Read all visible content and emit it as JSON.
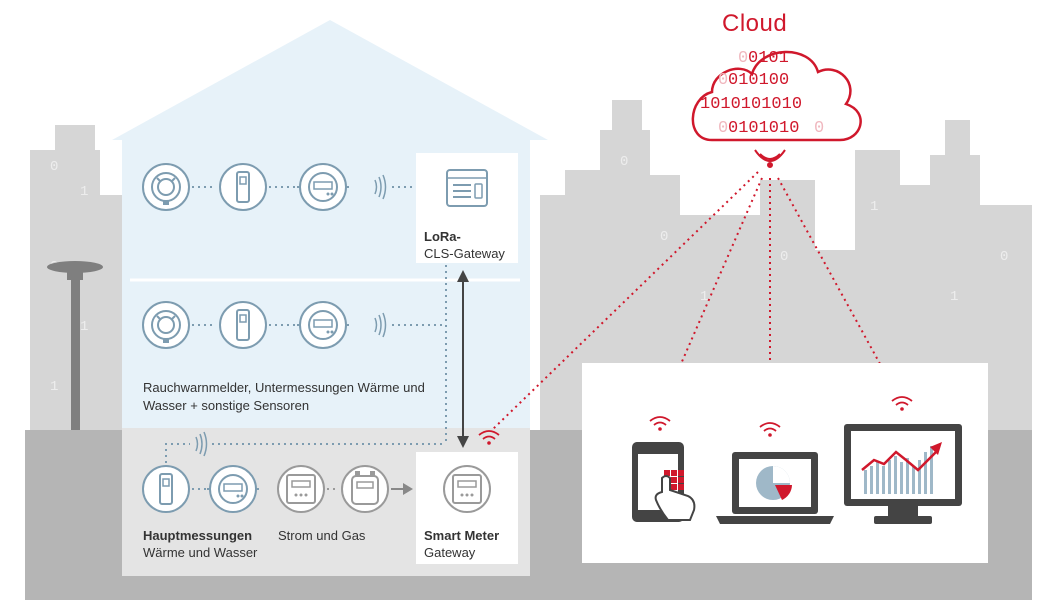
{
  "cloud": {
    "title": "Cloud",
    "binary_lines": [
      "0101",
      "010100",
      "1010101010",
      "0101010"
    ]
  },
  "gateway_lora": {
    "title": "LoRa-",
    "subtitle": "CLS-Gateway"
  },
  "sensors_caption": {
    "line1": "Rauchwarnmelder, Untermessungen Wärme und",
    "line2": "Wasser + sonstige Sensoren"
  },
  "main_meters": {
    "title": "Hauptmessungen",
    "subtitle": "Wärme und Wasser"
  },
  "electricity_gas": {
    "label": "Strom und Gas"
  },
  "smart_meter_gateway": {
    "title": "Smart Meter",
    "subtitle": "Gateway"
  },
  "city_binary": [
    "0",
    "1",
    "0",
    "1",
    "1",
    "0"
  ],
  "icons": [
    "smoke-detector-icon",
    "heat-meter-icon",
    "water-meter-icon",
    "gateway-device-icon",
    "electricity-meter-icon",
    "gas-meter-icon",
    "wireless-signal-icon",
    "smartphone-icon",
    "laptop-icon",
    "monitor-icon",
    "street-lamp-icon"
  ],
  "colors": {
    "accent_red": "#d0182c",
    "device_blue": "#7d9cb0",
    "house_blue": "#e7f2f9",
    "city_grey": "#d6d6d6",
    "ground_grey": "#b5b5b5"
  }
}
